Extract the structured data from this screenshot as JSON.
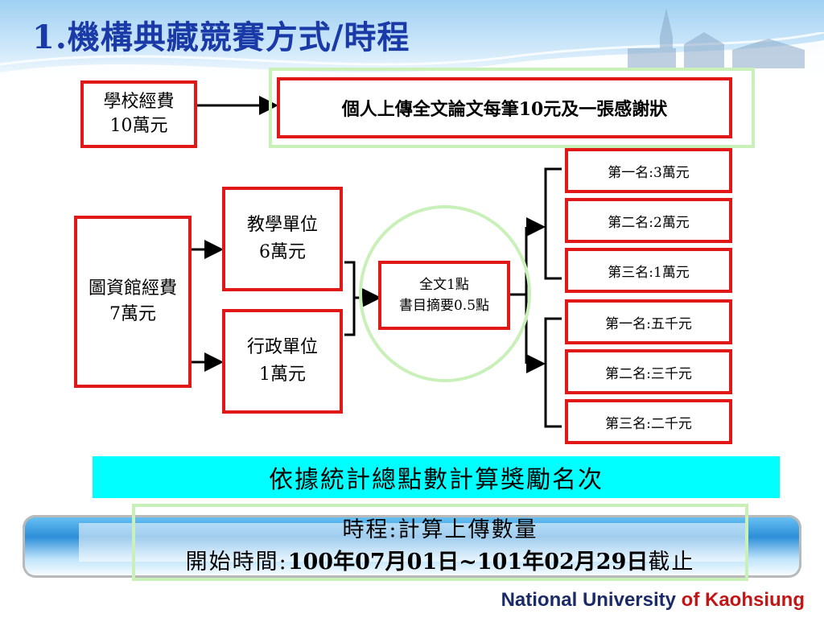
{
  "title": "1.機構典藏競賽方式/時程",
  "school_fund": {
    "line1": "學校經費",
    "line2": "10萬元"
  },
  "individual_upload": "個人上傳全文論文每筆10元及一張感謝狀",
  "library_fund": {
    "line1": "圖資館經費",
    "line2": "7萬元"
  },
  "teaching_unit": {
    "line1": "教學單位",
    "line2": "6萬元"
  },
  "admin_unit": {
    "line1": "行政單位",
    "line2": "1萬元"
  },
  "points": {
    "line1": "全文1點",
    "line2": "書目摘要0.5點"
  },
  "prizes_teaching": [
    "第一名:3萬元",
    "第二名:2萬元",
    "第三名:1萬元"
  ],
  "prizes_admin": [
    "第一名:五千元",
    "第二名:三千元",
    "第三名:二千元"
  ],
  "ranking_note": "依據統計總點數計算獎勵名次",
  "schedule": {
    "line1": "時程:計算上傳數量",
    "line2_prefix": "開始時間:",
    "line2_dates": "100年07月01日~101年02月29日",
    "line2_suffix": "截止"
  },
  "footer": {
    "part1": "National University",
    "part2": "of Kaohsiung"
  },
  "colors": {
    "title": "#1a3aa8",
    "box_border": "#e01818",
    "highlight": "#00ffff",
    "green_frame": "#c8f0b8"
  }
}
